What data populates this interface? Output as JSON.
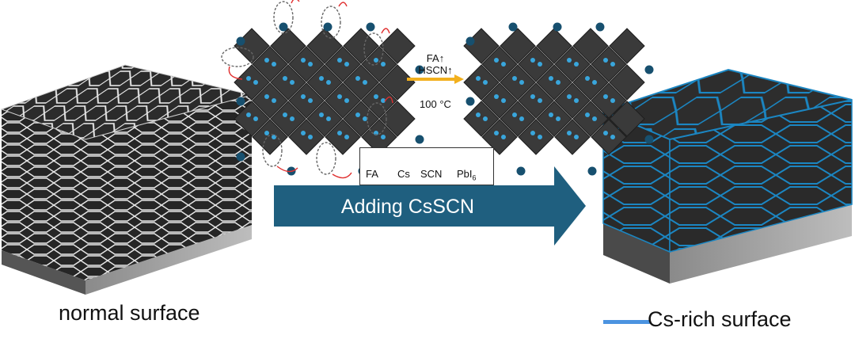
{
  "labels": {
    "left": "normal surface",
    "right": "Cs-rich surface",
    "arrow": "Adding CsSCN"
  },
  "conditions": {
    "line1": "FA↑",
    "line2": "HSCN↑",
    "line3": "100 °C"
  },
  "legend": {
    "fa": "FA",
    "cs": "Cs",
    "scn": "SCN",
    "pbi6_base": "PbI",
    "pbi6_sub": "6"
  },
  "colors": {
    "arrow": "#1f5f7f",
    "cs_ion": "#17506f",
    "fa_ion": "#39a6dc",
    "cs_rich_boundary": "#4b93e0",
    "octahedron": "#3a3a3a",
    "evaporation": "#e03030",
    "heat_arrow": "#f2b01e"
  }
}
